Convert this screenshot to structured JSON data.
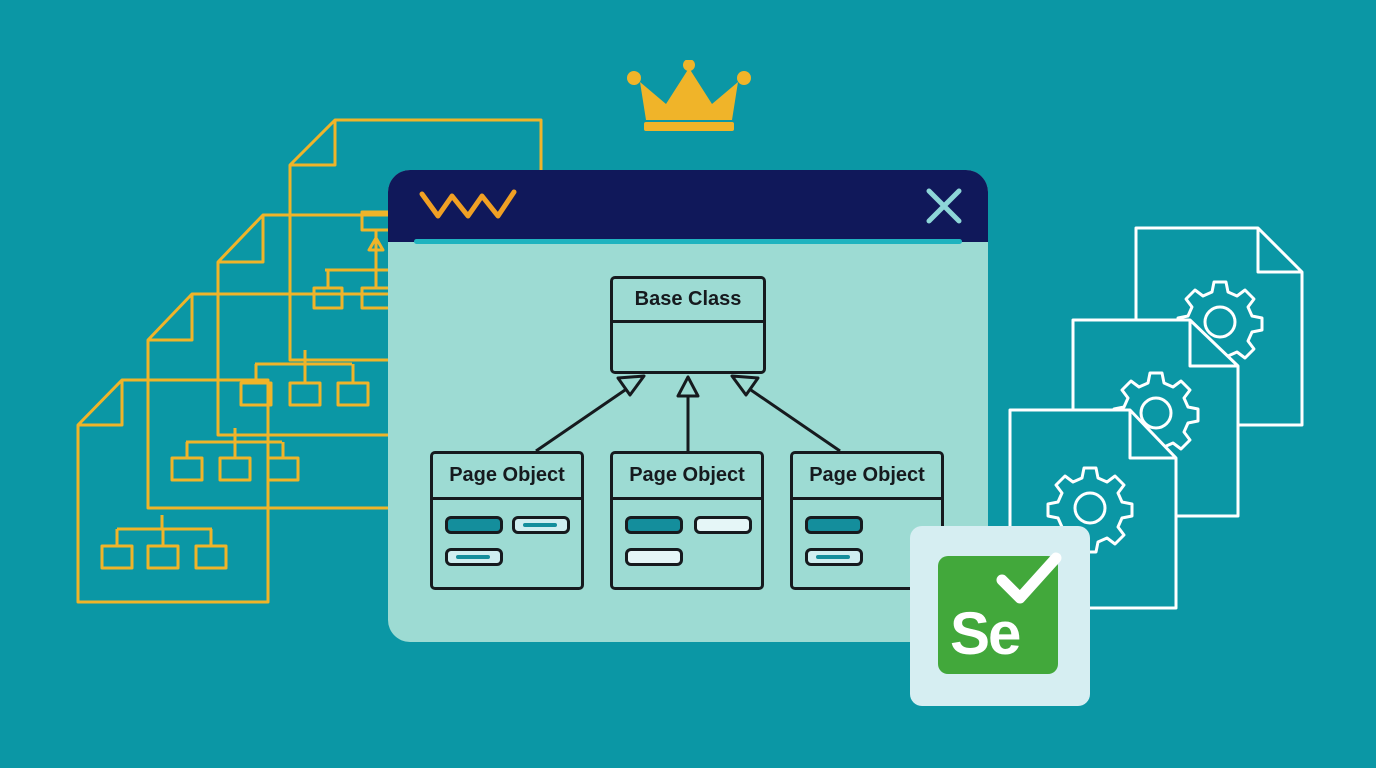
{
  "diagram": {
    "base_class": {
      "title": "Base Class"
    },
    "page_objects": [
      {
        "title": "Page Object"
      },
      {
        "title": "Page Object"
      },
      {
        "title": "Page Object"
      }
    ],
    "relationship": "inheritance"
  },
  "badge": {
    "text": "Se"
  },
  "icons": {
    "crown": "crown-icon",
    "window_logo": "zigzag-logo-icon",
    "close": "close-icon",
    "selenium": "selenium-logo-icon",
    "left_documents": "tree-document-icon",
    "right_documents": "gear-document-icon"
  },
  "colors": {
    "background": "#0b97a5",
    "window_body": "#9ddbd3",
    "titlebar": "#10185a",
    "accent_gold": "#f0b429",
    "selenium_green": "#42a83b"
  }
}
